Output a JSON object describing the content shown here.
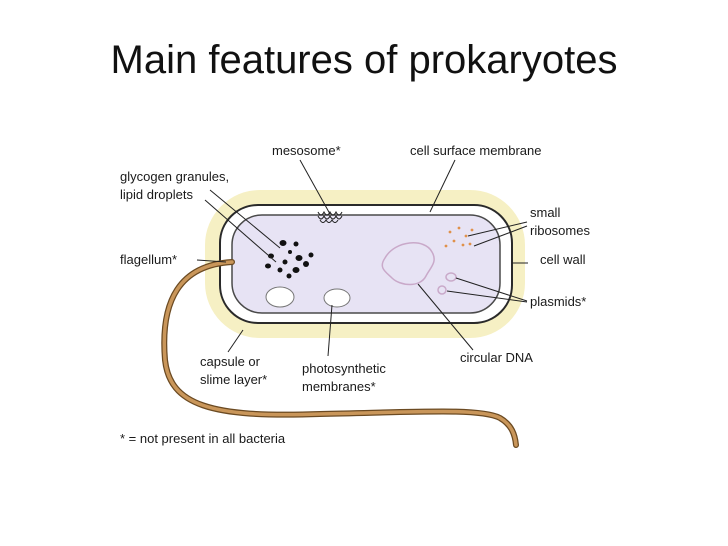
{
  "title": "Main features of prokaryotes",
  "labels": {
    "mesosome": "mesosome*",
    "cell_surface_membrane": "cell surface membrane",
    "glycogen_line1": "glycogen granules,",
    "glycogen_line2": "lipid droplets",
    "small": "small",
    "ribosomes": "ribosomes",
    "flagellum": "flagellum*",
    "cell_wall": "cell wall",
    "plasmids": "plasmids*",
    "capsule_line1": "capsule or",
    "capsule_line2": "slime layer*",
    "photo_line1": "photosynthetic",
    "photo_line2": "membranes*",
    "circular_dna": "circular DNA",
    "footnote": "* = not present in all bacteria"
  },
  "colors": {
    "capsule": "#f6f0c4",
    "cell_wall": "#ffffff",
    "cytoplasm": "#e7e3f4",
    "flagellum": "#b8864a",
    "granules": "#111111",
    "ribosomes": "#e0914a",
    "dna": "#c9a9c9"
  }
}
